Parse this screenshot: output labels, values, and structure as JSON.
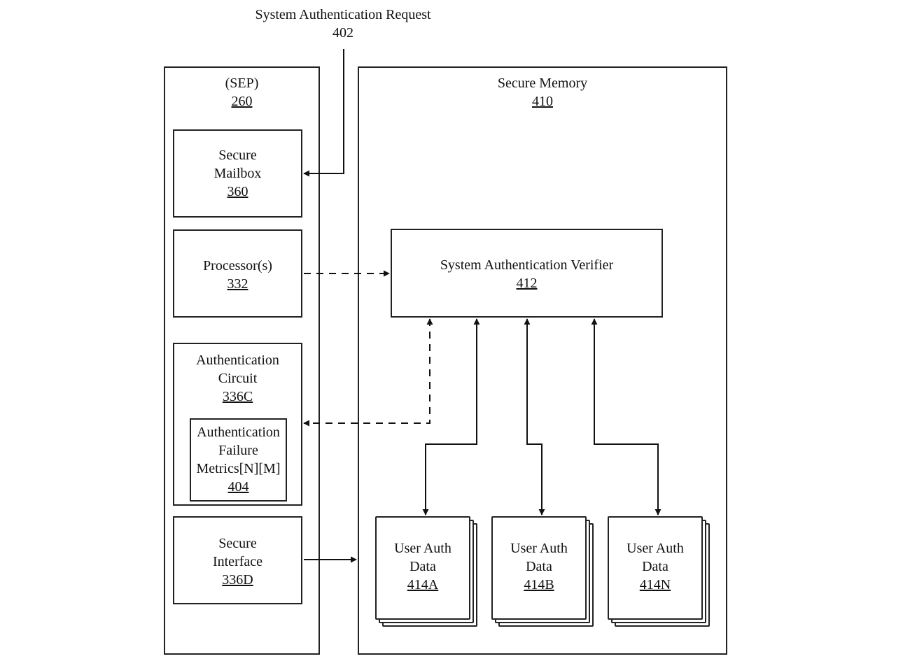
{
  "request": {
    "title": "System Authentication Request",
    "ref": "402"
  },
  "sep": {
    "title": "(SEP)",
    "ref": "260"
  },
  "mailbox": {
    "line1": "Secure",
    "line2": "Mailbox",
    "ref": "360"
  },
  "processor": {
    "line1": "Processor(s)",
    "ref": "332"
  },
  "auth_circuit": {
    "line1": "Authentication",
    "line2": "Circuit",
    "ref": "336C"
  },
  "failure_metrics": {
    "line1": "Authentication",
    "line2": "Failure",
    "line3": "Metrics[N][M]",
    "ref": "404"
  },
  "secure_interface": {
    "line1": "Secure",
    "line2": "Interface",
    "ref": "336D"
  },
  "secure_memory": {
    "title": "Secure Memory",
    "ref": "410"
  },
  "verifier": {
    "title": "System Authentication Verifier",
    "ref": "412"
  },
  "user_auth": [
    {
      "line1": "User Auth",
      "line2": "Data",
      "ref": "414A"
    },
    {
      "line1": "User Auth",
      "line2": "Data",
      "ref": "414B"
    },
    {
      "line1": "User Auth",
      "line2": "Data",
      "ref": "414N"
    }
  ]
}
